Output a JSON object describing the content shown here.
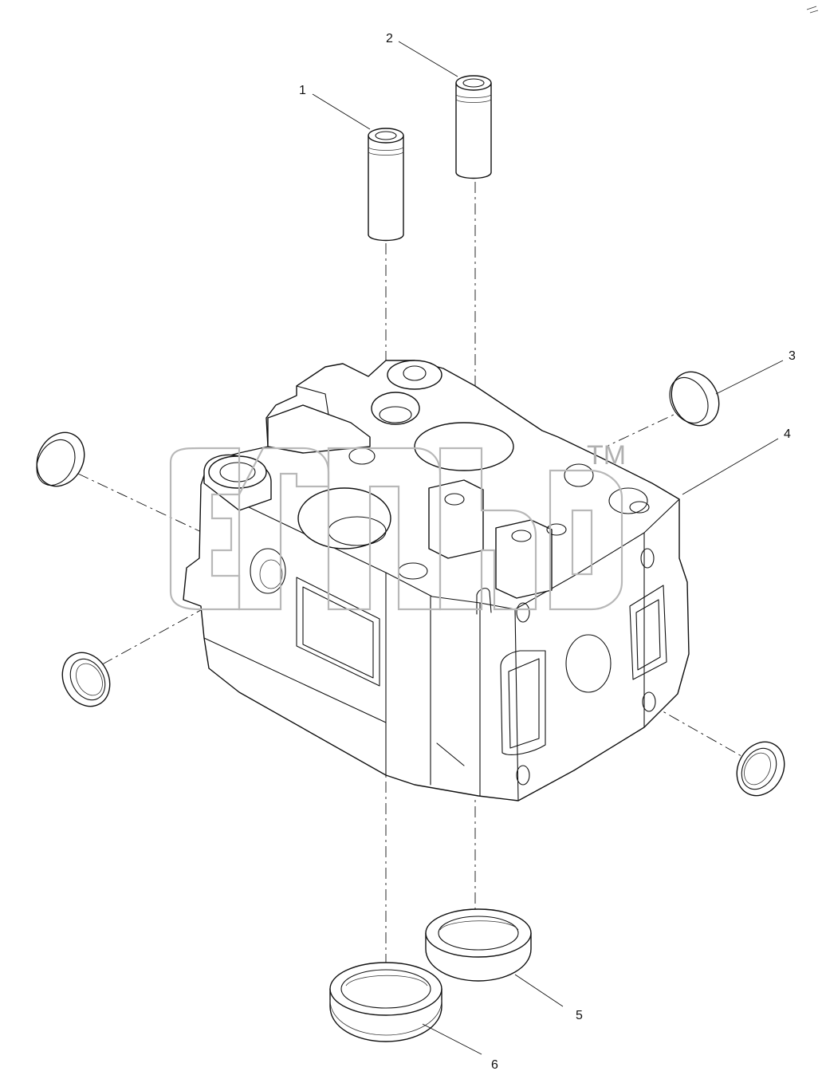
{
  "diagram": {
    "callouts": [
      {
        "id": "1",
        "label": "1",
        "part": "valve-guide"
      },
      {
        "id": "2",
        "label": "2",
        "part": "valve-guide"
      },
      {
        "id": "3",
        "label": "3",
        "part": "expansion-plug"
      },
      {
        "id": "4",
        "label": "4",
        "part": "cylinder-head"
      },
      {
        "id": "5",
        "label": "5",
        "part": "valve-seat-insert"
      },
      {
        "id": "6",
        "label": "6",
        "part": "valve-seat-insert"
      }
    ]
  },
  "watermark": {
    "trademark": "TM"
  },
  "colors": {
    "line": "#111111",
    "watermark": "#b8b8b8",
    "background": "#ffffff"
  }
}
